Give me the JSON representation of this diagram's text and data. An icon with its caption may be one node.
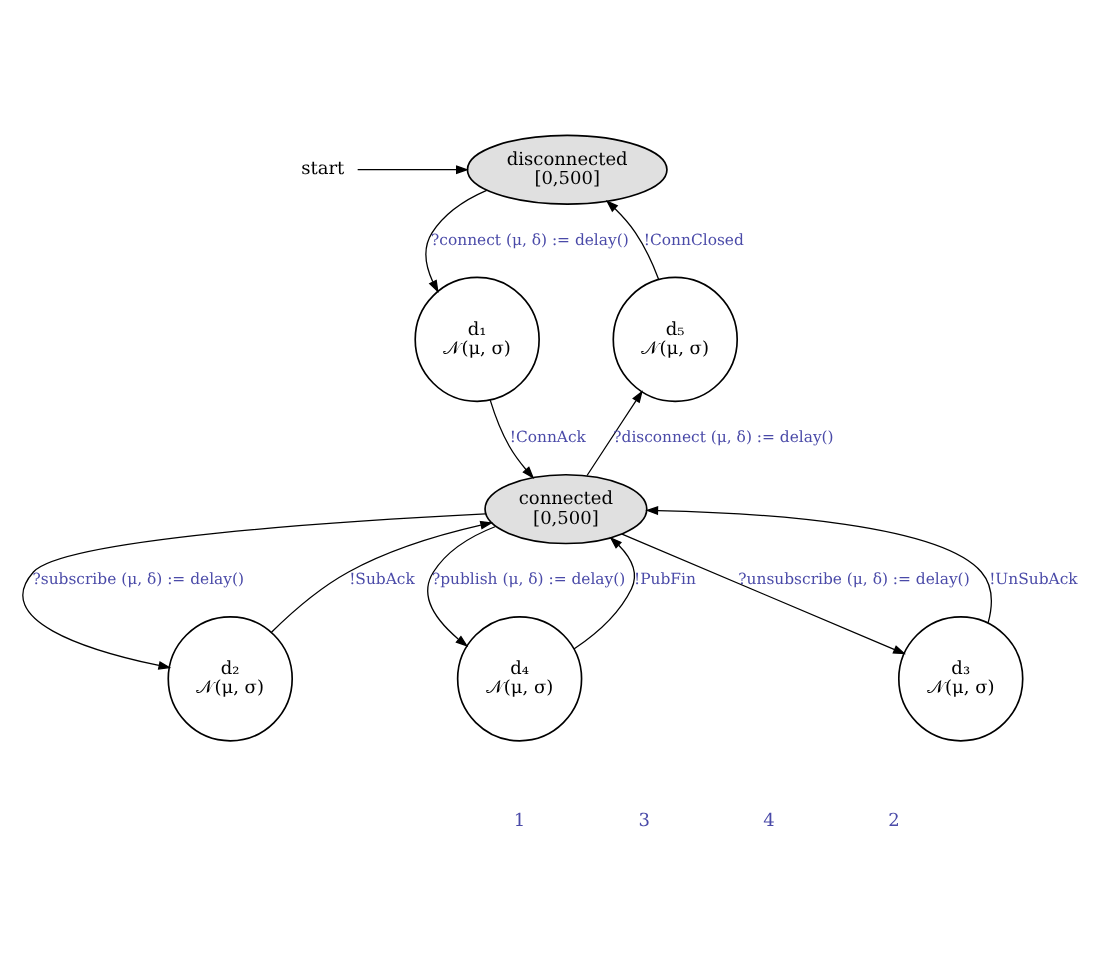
{
  "diagram": {
    "nodes": [
      {
        "text": [
          "disconnected",
          "[0,500]"
        ]
      },
      {
        "text": [
          "d₁",
          "𝒩(μ, σ)"
        ]
      },
      {
        "text": [
          "d₅",
          "𝒩(μ, σ)"
        ]
      },
      {
        "text": [
          "connected",
          "[0,500]"
        ]
      },
      {
        "text": [
          "d₂",
          "𝒩(μ, σ)"
        ]
      },
      {
        "text": [
          "d₄",
          "𝒩(μ, σ)"
        ]
      },
      {
        "text": [
          "d₃",
          "𝒩(μ, σ)"
        ]
      },
      {
        "text": [
          "start"
        ]
      }
    ],
    "edges": [
      {
        "from": 7,
        "to": 0,
        "arrow": "to"
      },
      {
        "from": 0,
        "to": 1,
        "arrow": "to",
        "label": "?connect (μ, δ) := delay()"
      },
      {
        "from": 1,
        "to": 3,
        "arrow": "to",
        "label": "!ConnAck"
      },
      {
        "from": 3,
        "to": 2,
        "arrow": "to",
        "label": "?disconnect (μ, δ) := delay()"
      },
      {
        "from": 2,
        "to": 0,
        "arrow": "to",
        "label": "!ConnClosed"
      },
      {
        "from": 3,
        "to": 4,
        "arrow": "to",
        "label": "?subscribe (μ, δ) := delay()"
      },
      {
        "from": 4,
        "to": 3,
        "arrow": "to",
        "label": "!SubAck"
      },
      {
        "from": 3,
        "to": 5,
        "arrow": "to",
        "label": "?publish (μ, δ) := delay()"
      },
      {
        "from": 5,
        "to": 3,
        "arrow": "to",
        "label": "!PubFin"
      },
      {
        "from": 3,
        "to": 6,
        "arrow": "to",
        "label": "?unsubscribe (μ, δ) := delay()"
      },
      {
        "from": 6,
        "to": 3,
        "arrow": "to",
        "label": "!UnSubAck"
      }
    ],
    "labels": [
      "1",
      "3",
      "4",
      "2"
    ]
  }
}
